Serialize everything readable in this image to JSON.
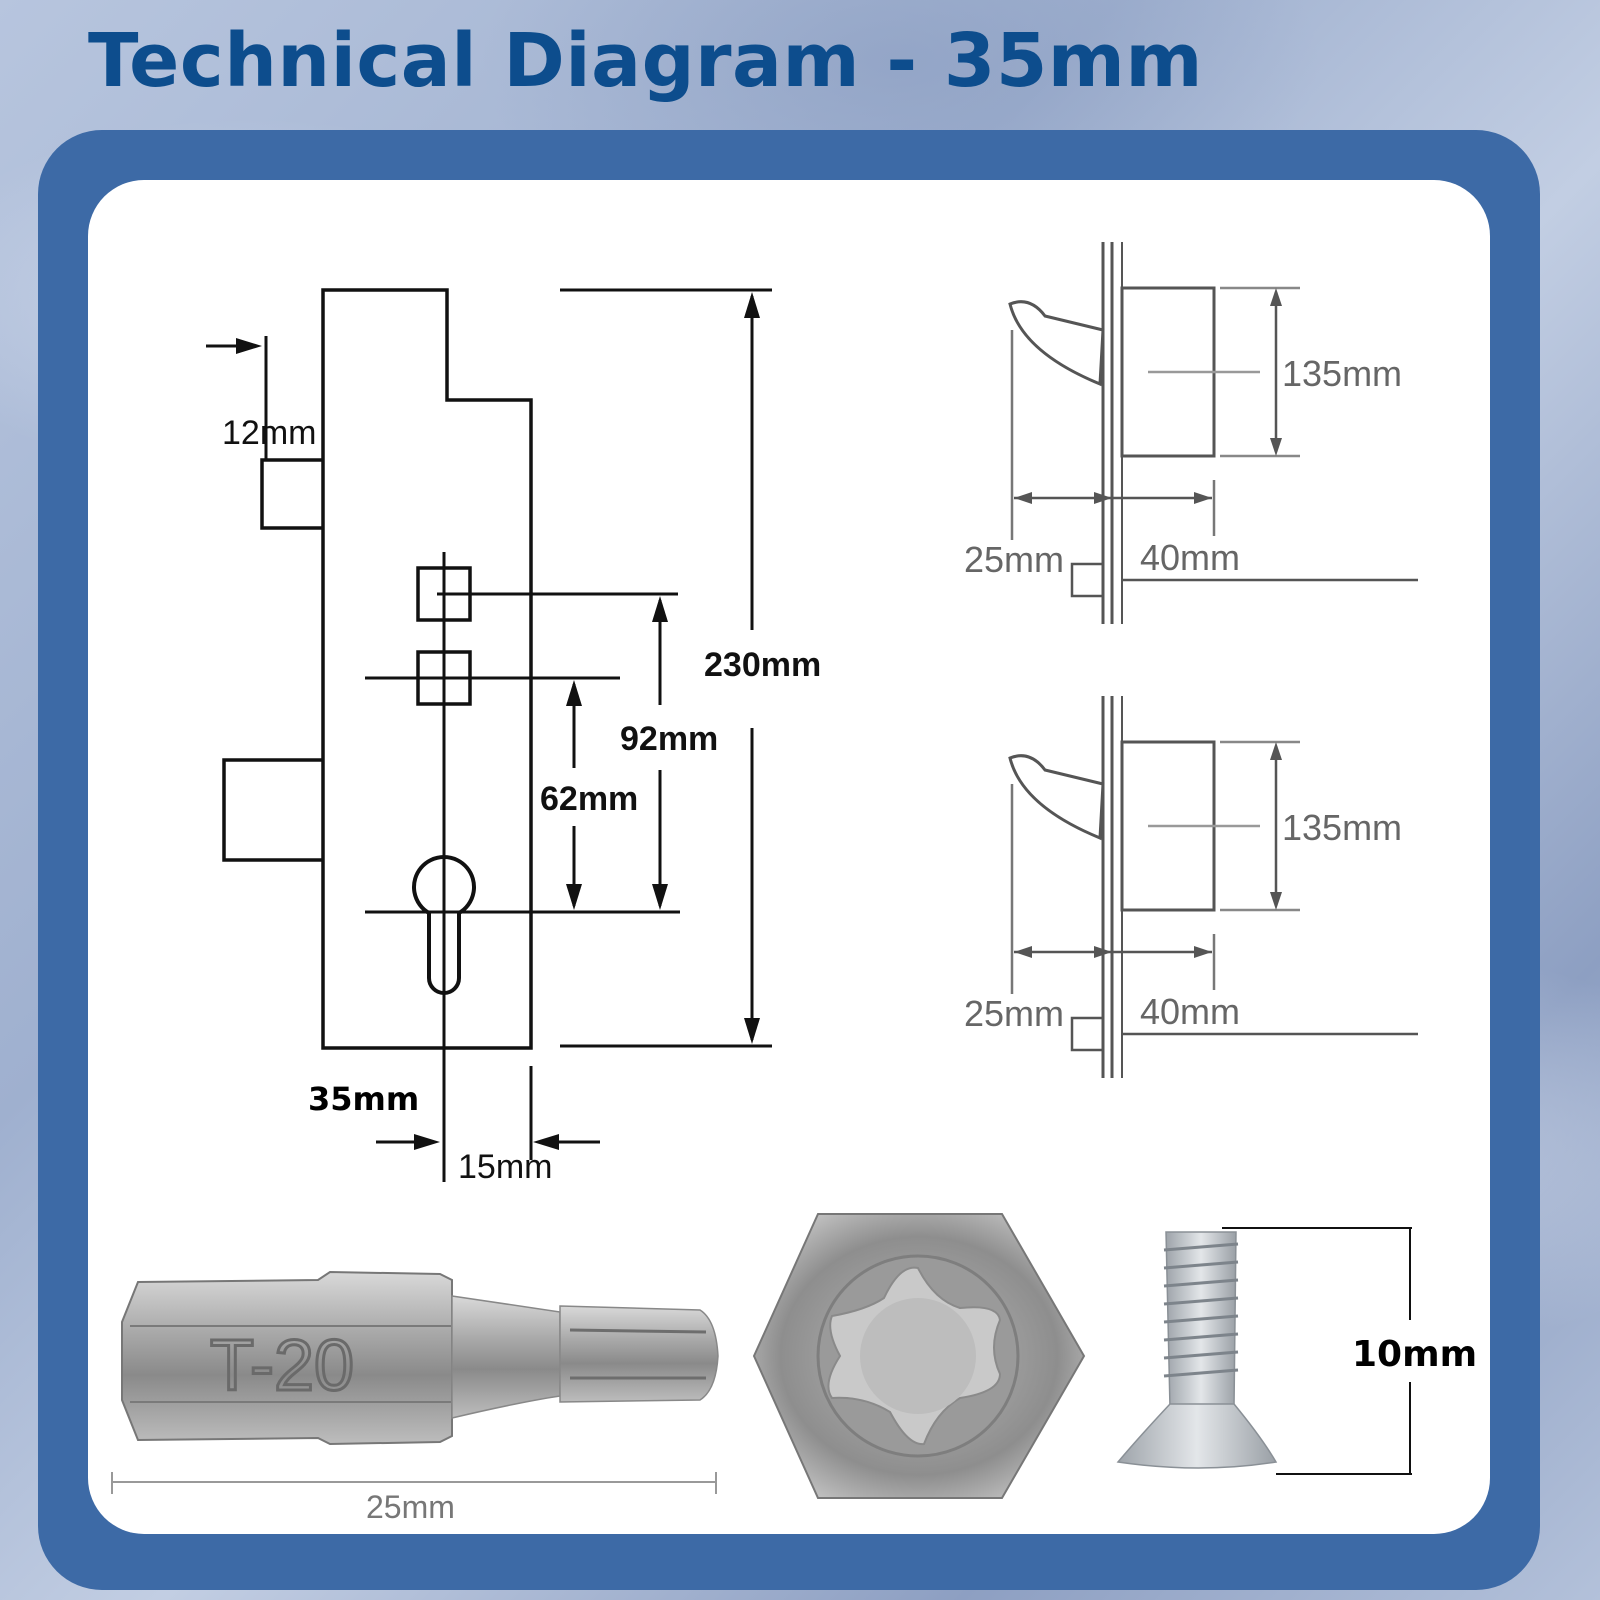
{
  "title": "Technical Diagram - 35mm",
  "lock_case": {
    "backset_label": "35mm",
    "dim_12": "12mm",
    "dim_230": "230mm",
    "dim_92": "92mm",
    "dim_62": "62mm",
    "dim_15": "15mm"
  },
  "hook_views": [
    {
      "height": "135mm",
      "left": "25mm",
      "right": "40mm"
    },
    {
      "height": "135mm",
      "left": "25mm",
      "right": "40mm"
    }
  ],
  "torx_bit": {
    "marking": "T-20",
    "length": "25mm"
  },
  "screw": {
    "length": "10mm"
  },
  "colors": {
    "title": "#0d4d8d",
    "frame": "#3d6aa6",
    "card": "#ffffff",
    "line": "#111111"
  }
}
